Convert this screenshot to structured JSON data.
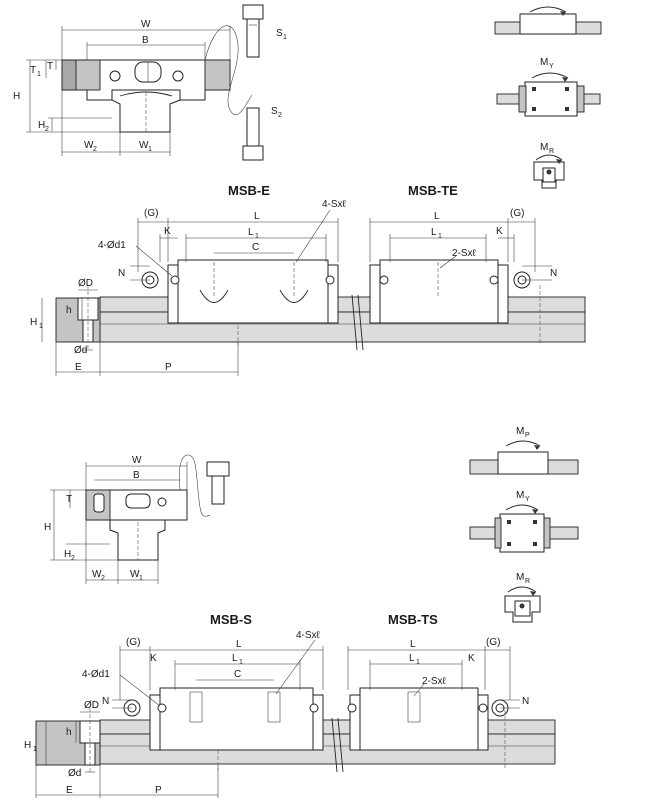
{
  "titles": {
    "e": "MSB-E",
    "te": "MSB-TE",
    "s": "MSB-S",
    "ts": "MSB-TS"
  },
  "dims": {
    "W": "W",
    "B": "B",
    "H": "H",
    "T": "T",
    "T1": "T",
    "T1_sub": "1",
    "H2": "H",
    "H2_sub": "2",
    "W1": "W",
    "W1_sub": "1",
    "W2": "W",
    "W2_sub": "2",
    "S1": "S",
    "S1_sub": "1",
    "S2": "S",
    "S2_sub": "2",
    "G": "(G)",
    "L": "L",
    "L1": "L",
    "L1_sub": "1",
    "K": "K",
    "C": "C",
    "hole4Sxl": "4-Sxℓ",
    "hole2Sxl": "2-Sxℓ",
    "hole4d1": "4-Ød1",
    "N": "N",
    "D": "ØD",
    "d": "Ød",
    "h": "h",
    "H1": "H",
    "H1_sub": "1",
    "E": "E",
    "P": "P"
  },
  "moments": {
    "MP": "M",
    "MP_sub": "P",
    "MY": "M",
    "MY_sub": "Y",
    "MR": "M",
    "MR_sub": "R"
  }
}
